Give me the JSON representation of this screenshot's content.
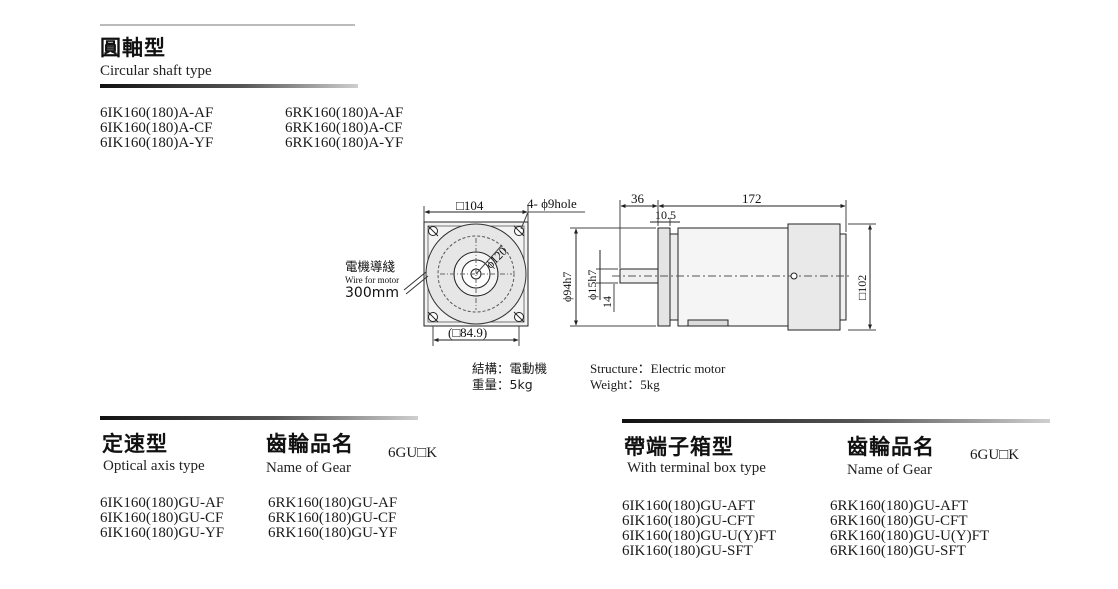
{
  "circular": {
    "title_cn": "圓軸型",
    "title_en": "Circular shaft type",
    "models_left": [
      "6IK160(180)A-AF",
      "6IK160(180)A-CF",
      "6IK160(180)A-YF"
    ],
    "models_right": [
      "6RK160(180)A-AF",
      "6RK160(180)A-CF",
      "6RK160(180)A-YF"
    ]
  },
  "drawing": {
    "front": {
      "square_label": "□104",
      "hole_label": "4- ϕ9hole",
      "pcd_label": "ϕ120",
      "inner_label": "(□84.9)",
      "wire_cn": "電機導綫",
      "wire_en": "Wire for motor",
      "wire_len": "300mm"
    },
    "side": {
      "dim_36": "36",
      "dim_172": "172",
      "dim_105": "10.5",
      "dim_94": "ϕ94h7",
      "dim_15": "ϕ15h7",
      "dim_14": "14",
      "dim_102": "□102"
    }
  },
  "spec": {
    "structure_cn": "結構：電動機",
    "weight_cn": "重量：5kg",
    "structure_en": "Structure：Electric motor",
    "weight_en": "Weight：5kg"
  },
  "optical": {
    "title_cn": "定速型",
    "title_en": "Optical axis type",
    "gear_cn": "齒輪品名",
    "gear_en": "Name of Gear",
    "gear_code": "6GU□K",
    "models_left": [
      "6IK160(180)GU-AF",
      "6IK160(180)GU-CF",
      "6IK160(180)GU-YF"
    ],
    "models_right": [
      "6RK160(180)GU-AF",
      "6RK160(180)GU-CF",
      "6RK160(180)GU-YF"
    ]
  },
  "terminal": {
    "title_cn": "帶端子箱型",
    "title_en": "With terminal box type",
    "gear_cn": "齒輪品名",
    "gear_en": "Name of Gear",
    "gear_code": "6GU□K",
    "models_left": [
      "6IK160(180)GU-AFT",
      "6IK160(180)GU-CFT",
      "6IK160(180)GU-U(Y)FT",
      "6IK160(180)GU-SFT"
    ],
    "models_right": [
      "6RK160(180)GU-AFT",
      "6RK160(180)GU-CFT",
      "6RK160(180)GU-U(Y)FT",
      "6RK160(180)GU-SFT"
    ]
  }
}
